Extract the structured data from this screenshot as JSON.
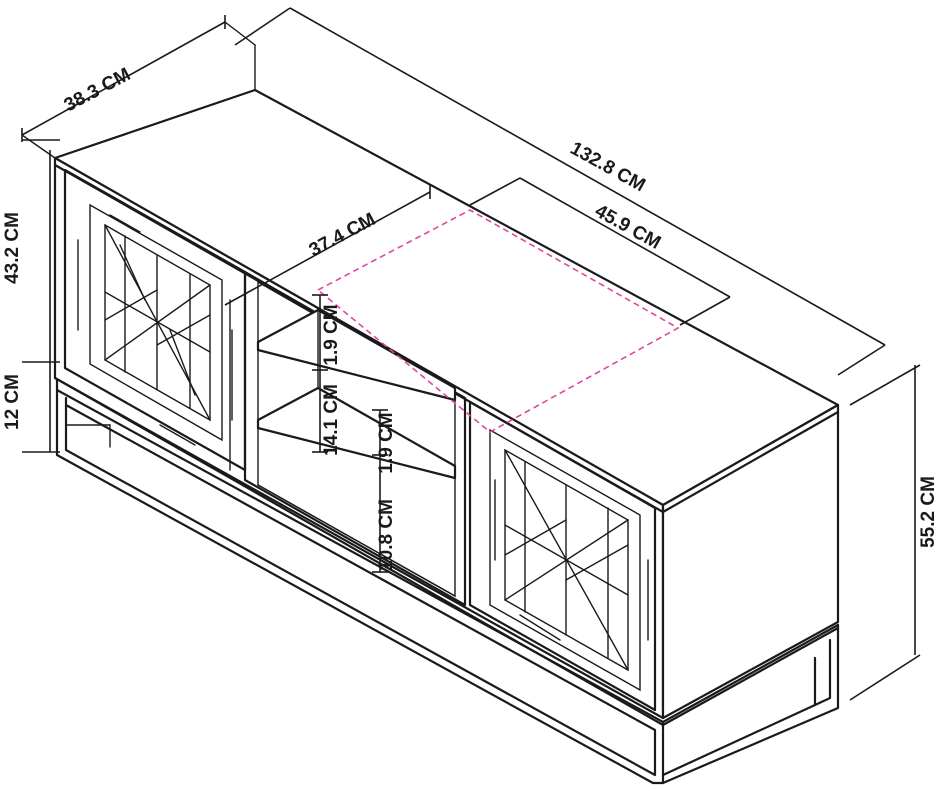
{
  "diagram": {
    "dimensions": {
      "depth": "38.3 CM",
      "width": "132.8 CM",
      "compartment_depth": "37.4 CM",
      "compartment_width": "45.9 CM",
      "body_height": "43.2 CM",
      "base_height": "12 CM",
      "total_height": "55.2 CM",
      "shelf_thickness_top": "1.9 CM",
      "upper_space_height": "14.1 CM",
      "shelf_thickness_middle": "1.9 CM",
      "lower_space_height": "10.8 CM"
    },
    "colors": {
      "line": "#1a1a1a",
      "highlight": "#e0479e",
      "background": "#ffffff"
    }
  }
}
